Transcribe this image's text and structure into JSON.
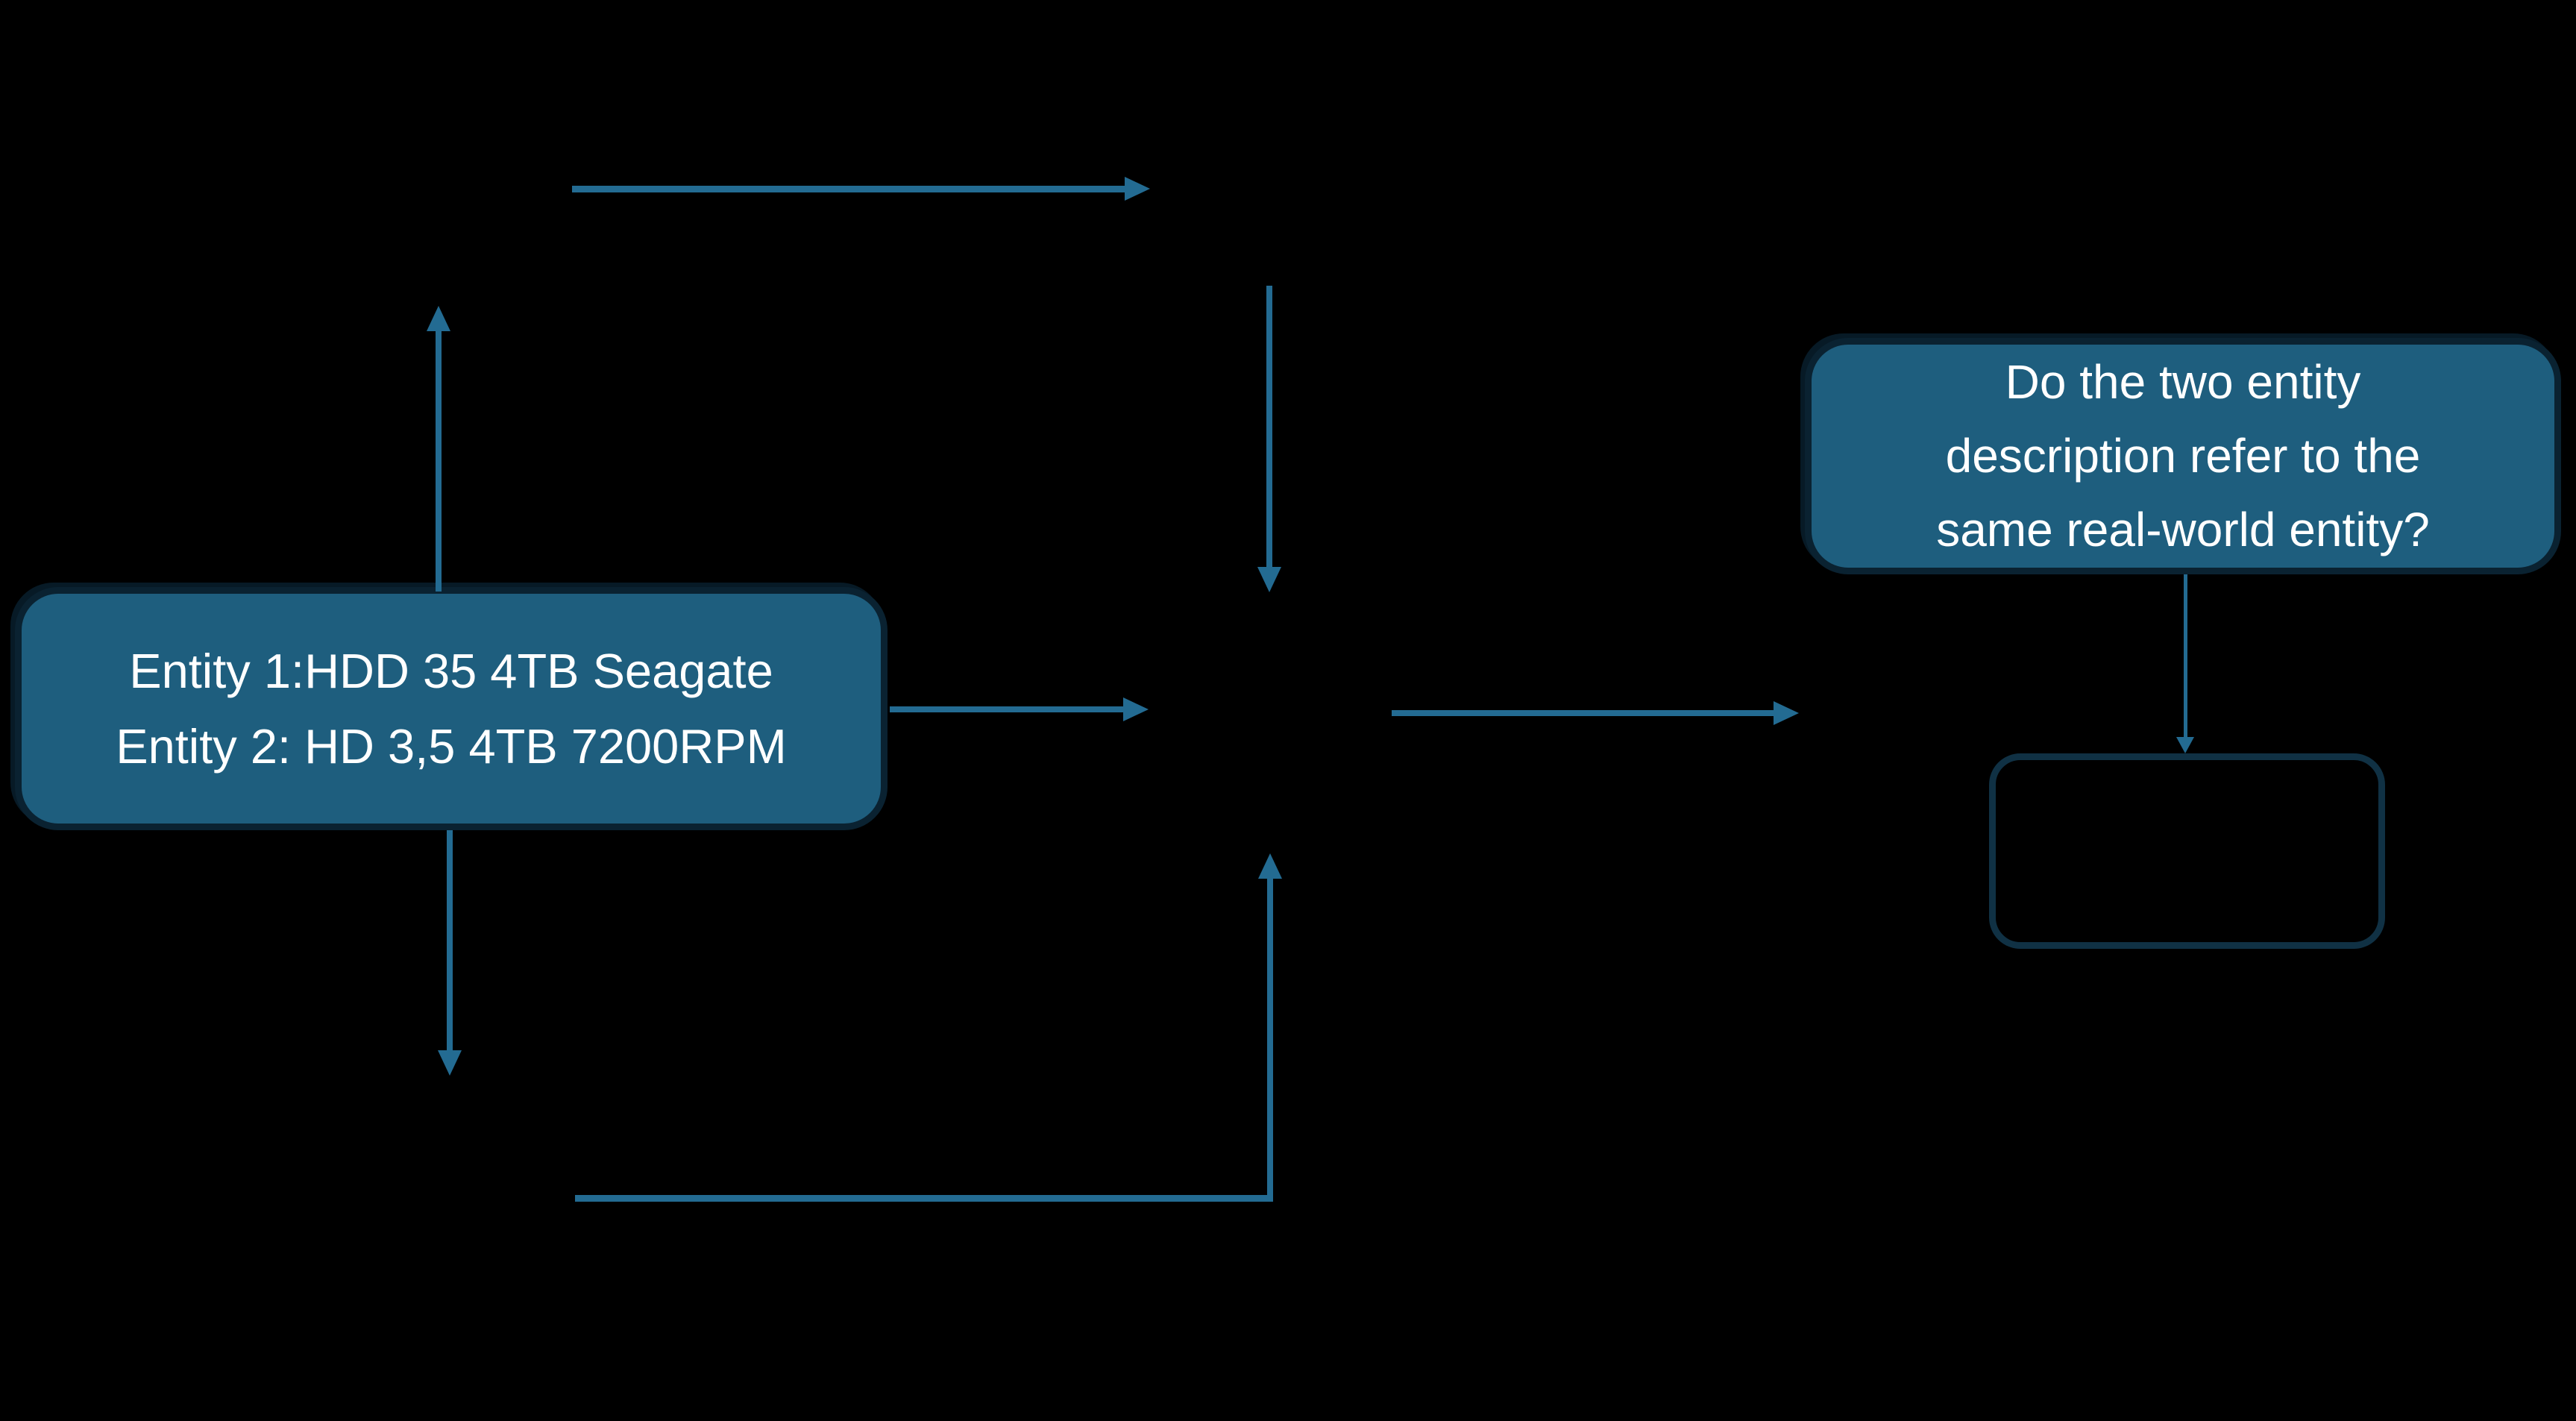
{
  "colors": {
    "background": "#000000",
    "accent": "#236b92",
    "box-fill": "#1e5e7e",
    "box-border": "#0a2231",
    "outline-border": "#103144",
    "text": "#ffffff"
  },
  "entity_box": {
    "line1": "Entity 1:HDD 35 4TB Seagate",
    "line2": "Entity 2: HD 3,5 4TB 7200RPM"
  },
  "question_box": {
    "line1": "Do the two entity",
    "line2": "description refer to the",
    "line3": "same real-world entity?"
  },
  "result_box": {
    "label": ""
  },
  "arrows": [
    {
      "name": "top-arrow",
      "direction": "right"
    },
    {
      "name": "left-up-arrow",
      "direction": "up"
    },
    {
      "name": "center-down-arrow",
      "direction": "down"
    },
    {
      "name": "middle-arrow",
      "direction": "right"
    },
    {
      "name": "center-right-arrow",
      "direction": "right"
    },
    {
      "name": "left-down-arrow",
      "direction": "down"
    },
    {
      "name": "bottom-loop-arrow",
      "direction": "up"
    },
    {
      "name": "question-connector-arrow",
      "direction": "down"
    }
  ]
}
